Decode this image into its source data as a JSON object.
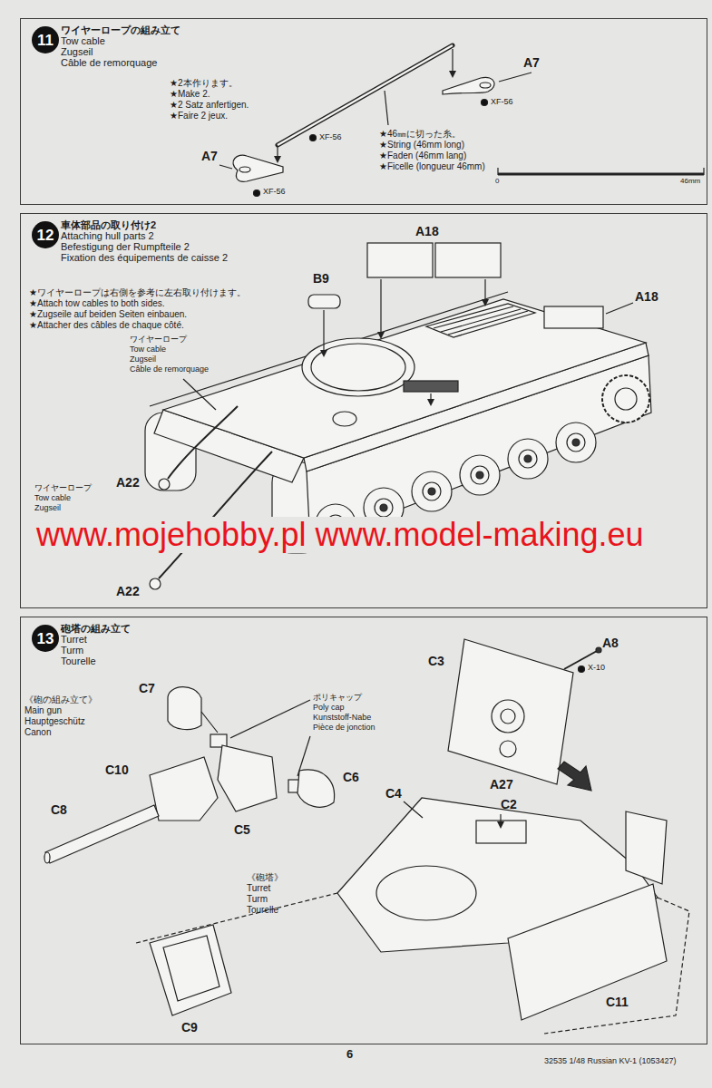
{
  "diagram": {
    "nodes": [
      {
        "text": [
          "ワイヤーロープの組み立て",
          "Tow cable",
          "Zugseil",
          "Câble de remorquage"
        ]
      },
      {
        "text": [
          "11"
        ],
        "in": 0
      },
      {
        "text": [
          "車体部品の取り付け2",
          "Attaching hull parts 2",
          "Befestigung der Rumpfteile 2",
          "Fixation des équipements de caisse 2"
        ]
      },
      {
        "text": [
          "12"
        ],
        "in": 2
      },
      {
        "text": [
          "砲塔の組み立て",
          "Turret",
          "Turm",
          "Tourelle"
        ]
      },
      {
        "text": [
          "13"
        ],
        "in": 4
      }
    ],
    "labels": [
      "★2本作ります。",
      "★Make 2.",
      "★2 Satz anfertigen.",
      "★Faire 2 jeux.",
      "A7",
      "XF-56",
      "XF-56",
      "★46㎜に切った糸。",
      "★String (46mm long)",
      "★Faden (46mm lang)",
      "★Ficelle (longueur 46mm)",
      "0",
      "46mm",
      "A7",
      "XF-56",
      "★ワイヤーロープは右側を参考に左右取り付けます。",
      "★Attach tow cables to both sides.",
      "★Zugseile auf beiden Seiten einbauen.",
      "★Attacher des câbles de chaque côté.",
      "A18",
      "B9",
      "A18",
      "ワイヤーロープ",
      "Tow cable",
      "Zugseil",
      "Câble de remorquage",
      "A22",
      "ワイヤーロープ",
      "Tow cable",
      "Zugseil",
      "www.mojehobby.pl www.model-making.eu",
      "A22",
      "《砲の組み立て》",
      "Main gun",
      "Hauptgeschütz",
      "Canon",
      "C7",
      "ポリキャップ",
      "Poly cap",
      "Kunststoff-Nabe",
      "Pièce de jonction",
      "C10",
      "C6",
      "C5",
      "C8",
      "《砲塔》",
      "Turret",
      "Turm",
      "Tourelle",
      "C4",
      "C2",
      "C3",
      "A8",
      "X-10",
      "A27",
      "C9",
      "C11",
      "6",
      "32535 1/48 Russian KV-1 (1053427)"
    ]
  }
}
